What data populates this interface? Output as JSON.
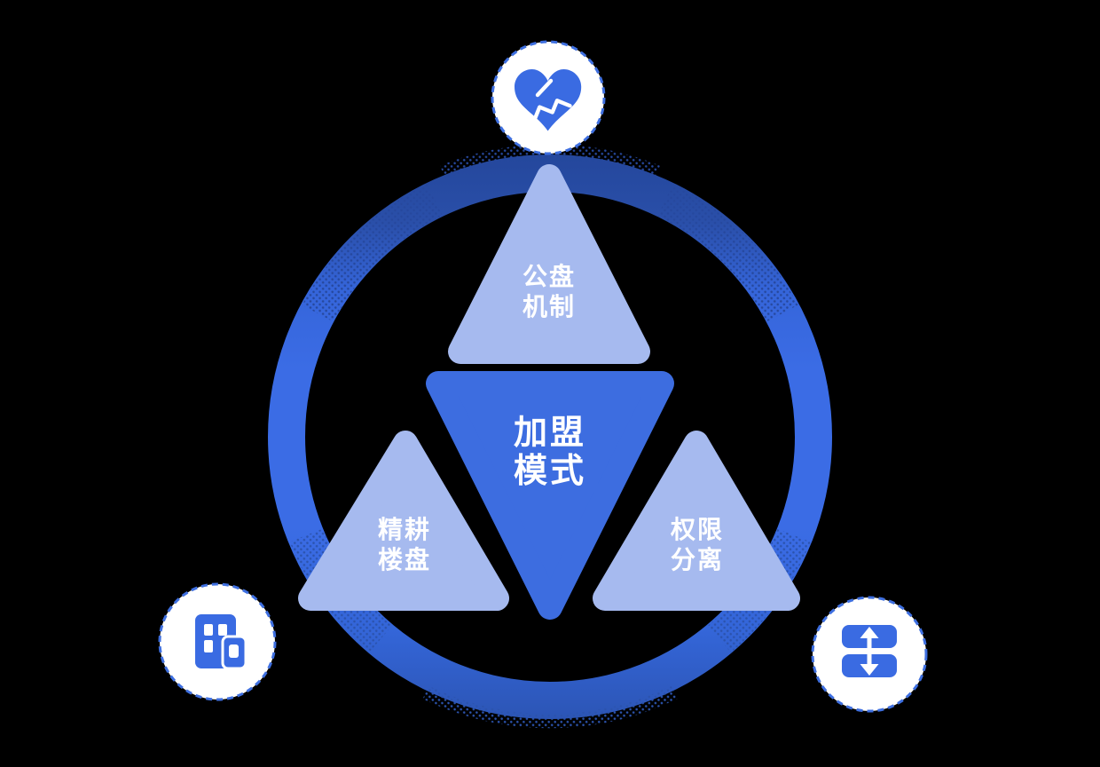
{
  "diagram": {
    "title": "加盟模式",
    "center": {
      "line1": "加盟",
      "line2": "模式"
    },
    "nodes": {
      "top": {
        "line1": "公盘",
        "line2": "机制",
        "icon": "heart-handshake-icon"
      },
      "left": {
        "line1": "精耕",
        "line2": "楼盘",
        "icon": "building-icon"
      },
      "right": {
        "line1": "权限",
        "line2": "分离",
        "icon": "split-rows-arrows-icon"
      }
    }
  },
  "colors": {
    "background": "#000000",
    "ring_top": "#24479C",
    "ring_side": "#3B6CE5",
    "ring_bottom": "#2C55B5",
    "triangle_light": "#A6BAEF",
    "triangle_primary": "#3D6DE0",
    "icon_blue": "#3A6BE2",
    "badge_border": "#3E6FE0",
    "badge_fill": "#FFFFFF",
    "label_text": "#FFFFFF"
  }
}
